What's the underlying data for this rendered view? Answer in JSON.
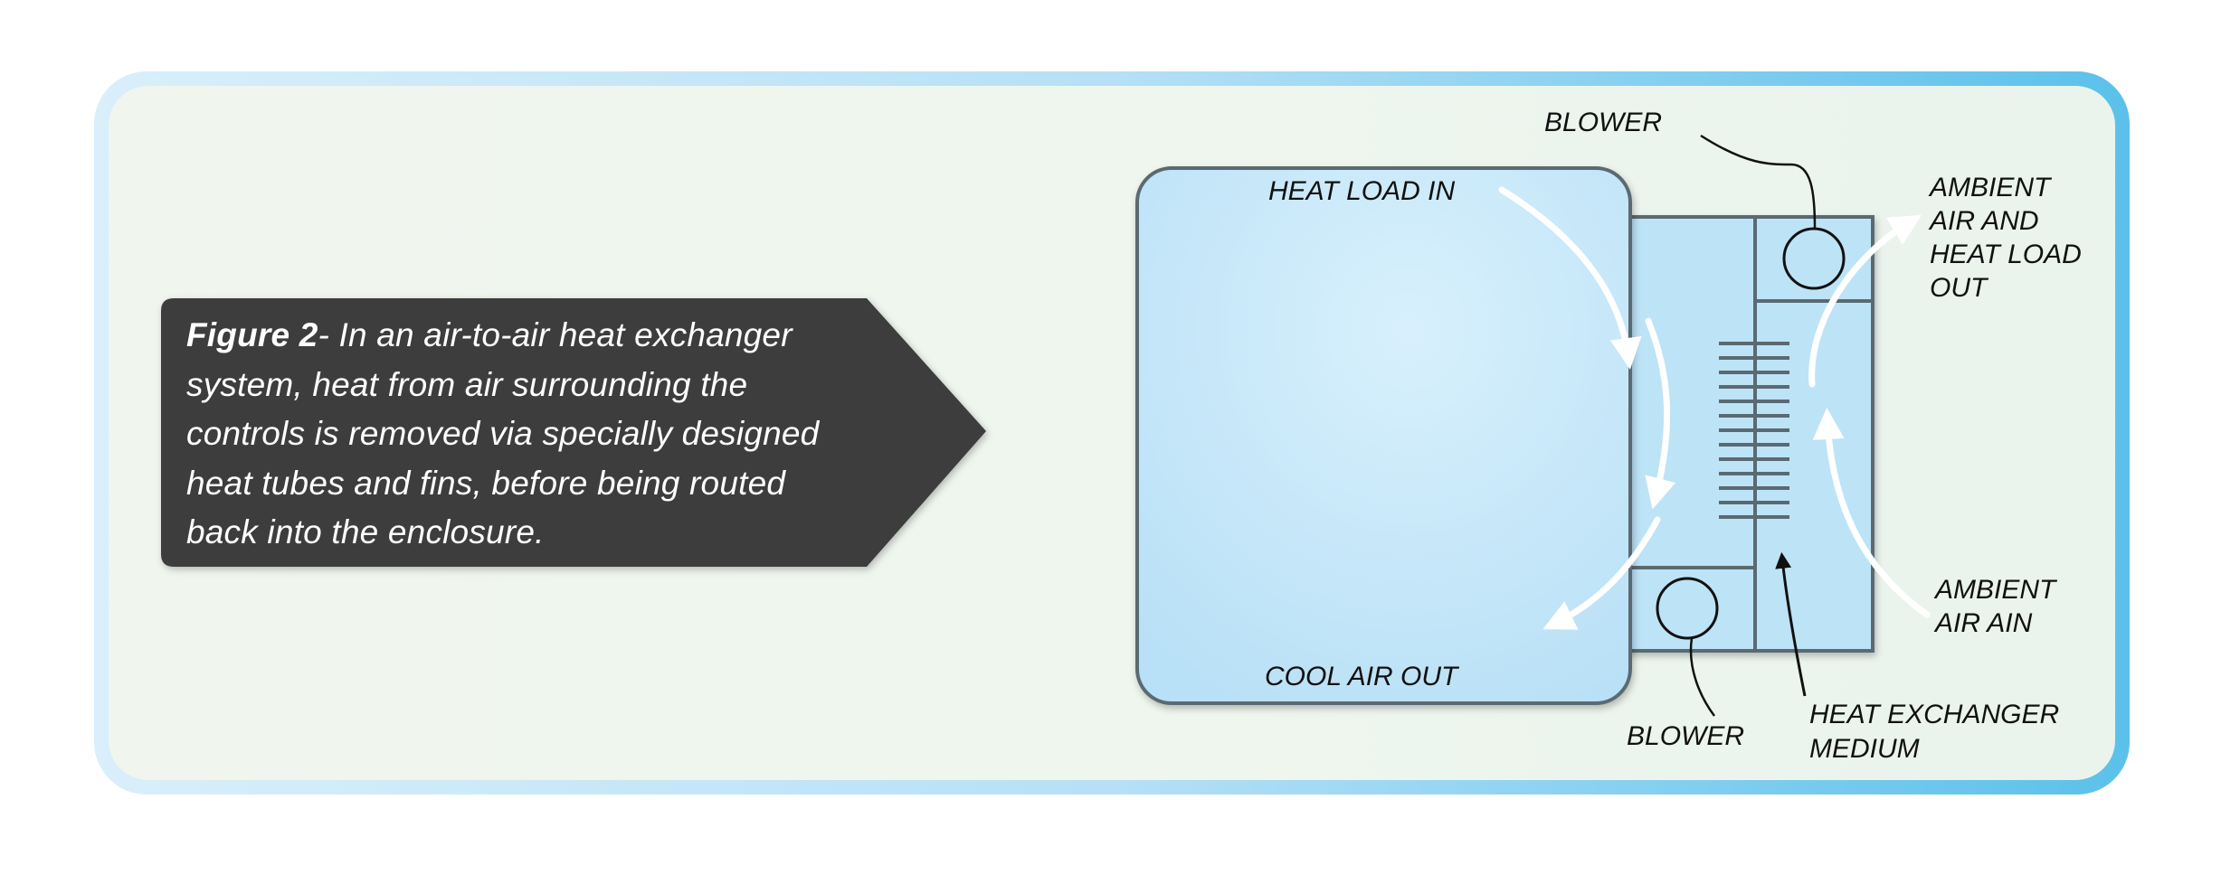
{
  "caption": {
    "figure_label": "Figure 2",
    "text": "- In an air-to-air heat exchanger system, heat from air surrounding the controls is removed via specially designed heat tubes and fins, before being routed back into the enclosure.",
    "lines": [
      "- In an air-to-air heat exchanger",
      "system, heat from air surrounding the",
      "controls is removed via specially designed",
      "heat tubes and fins, before being routed",
      "back into the enclosure."
    ]
  },
  "labels": {
    "blower_top": "BLOWER",
    "heat_load_in": "HEAT LOAD IN",
    "ambient_out": [
      "AMBIENT",
      "AIR AND",
      "HEAT LOAD",
      "OUT"
    ],
    "ambient_in": [
      "AMBIENT",
      "AIR AIN"
    ],
    "cool_air_out": "COOL AIR OUT",
    "blower_bottom": "BLOWER",
    "medium": [
      "HEAT EXCHANGER",
      "MEDIUM"
    ]
  },
  "colors": {
    "caption_bg": "#3d3d3d",
    "enclosure_fill": "#c4e6f8",
    "outline": "#5a6a72",
    "arrow": "#ffffff",
    "frame_accent": "#5bc1ea"
  }
}
